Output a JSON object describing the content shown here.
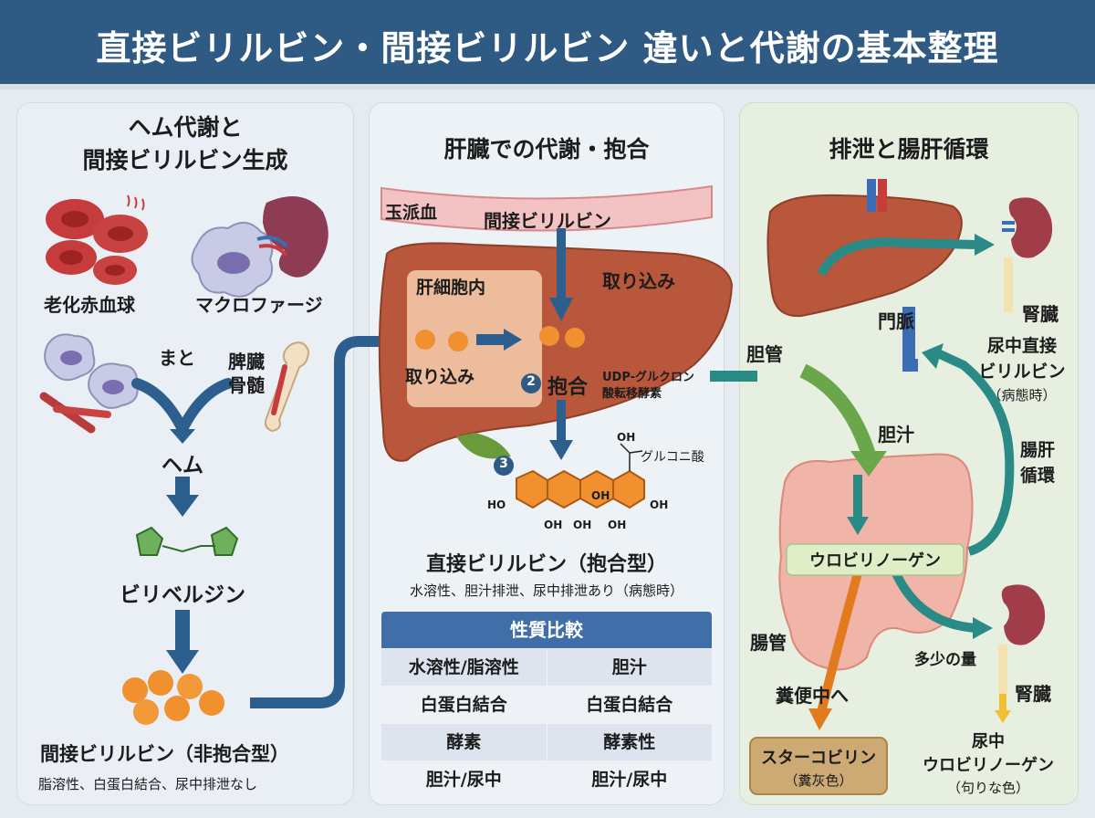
{
  "title": "直接ビリルビン・間接ビリルビン 違いと代謝の基本整理",
  "panel1": {
    "heading_line1": "ヘム代謝と",
    "heading_line2": "間接ビリルビン生成",
    "rbc_label": "老化赤血球",
    "macrophage_label": "マクロファージ",
    "mato_label": "まと",
    "spleen_marrow_line1": "脾臓",
    "spleen_marrow_line2": "骨髄",
    "heme_label": "ヘム",
    "biliverdin_label": "ビリベルジン",
    "indirect_title": "間接ビリルビン（非抱合型）",
    "indirect_desc": "脂溶性、白蛋白結合、尿中排泄なし"
  },
  "panel2": {
    "heading": "肝臓での代謝・抱合",
    "portal_blood_label": "玉派血",
    "indirect_bilirubin_label": "間接ビリルビン",
    "uptake_label_right": "取り込み",
    "hepatocyte_label": "肝細胞内",
    "uptake_label_inner": "取り込み",
    "step2_number": "2",
    "step2_label": "抱合",
    "enzyme_line1": "UDP-グルクロン",
    "enzyme_line2": "酸転移酵素",
    "step3_number": "3",
    "glucuronic_acid_label": "グルコニ酸",
    "molecule_labels": [
      "OH",
      "HO",
      "OH",
      "OH",
      "OH",
      "OH",
      "OH"
    ],
    "direct_title": "直接ビリルビン（抱合型）",
    "direct_desc": "水溶性、胆汁排泄、尿中排泄あり（病態時）"
  },
  "table": {
    "header": "性質比較",
    "rows": [
      [
        "水溶性/脂溶性",
        "胆汁"
      ],
      [
        "白蛋白結合",
        "白蛋白結合"
      ],
      [
        "酵素",
        "酵素性"
      ],
      [
        "胆汁/尿中",
        "胆汁/尿中"
      ]
    ]
  },
  "panel3": {
    "heading": "排泄と腸肝循環",
    "kidney_label_top": "腎臓",
    "portal_vein_label": "門脈",
    "bile_duct_label": "胆管",
    "urine_direct_line1": "尿中直接",
    "urine_direct_line2": "ビリルビン",
    "urine_direct_line3": "（病態時）",
    "bile_label": "胆汁",
    "enterohepatic_line1": "腸肝",
    "enterohepatic_line2": "循環",
    "urobilinogen_label": "ウロビリノーゲン",
    "intestine_label": "腸管",
    "small_amount_label": "多少の量",
    "kidney_label_bottom": "腎臓",
    "to_feces_label": "糞便中へ",
    "stercobilin_label": "スターコビリン",
    "stercobilin_color": "（糞灰色）",
    "urine_uro_line1": "尿中",
    "urine_uro_line2": "ウロビリノーゲン",
    "urine_uro_line3": "（句りな色）"
  },
  "colors": {
    "title_bg": "#2f5a84",
    "arrow_blue": "#2d5f8e",
    "arrow_teal": "#2a8a86",
    "arrow_green": "#6aa64a",
    "arrow_orange": "#e27a1e",
    "liver": "#b8573b",
    "rbc": "#c63b3b",
    "bilirubin_orange": "#f0902e"
  }
}
